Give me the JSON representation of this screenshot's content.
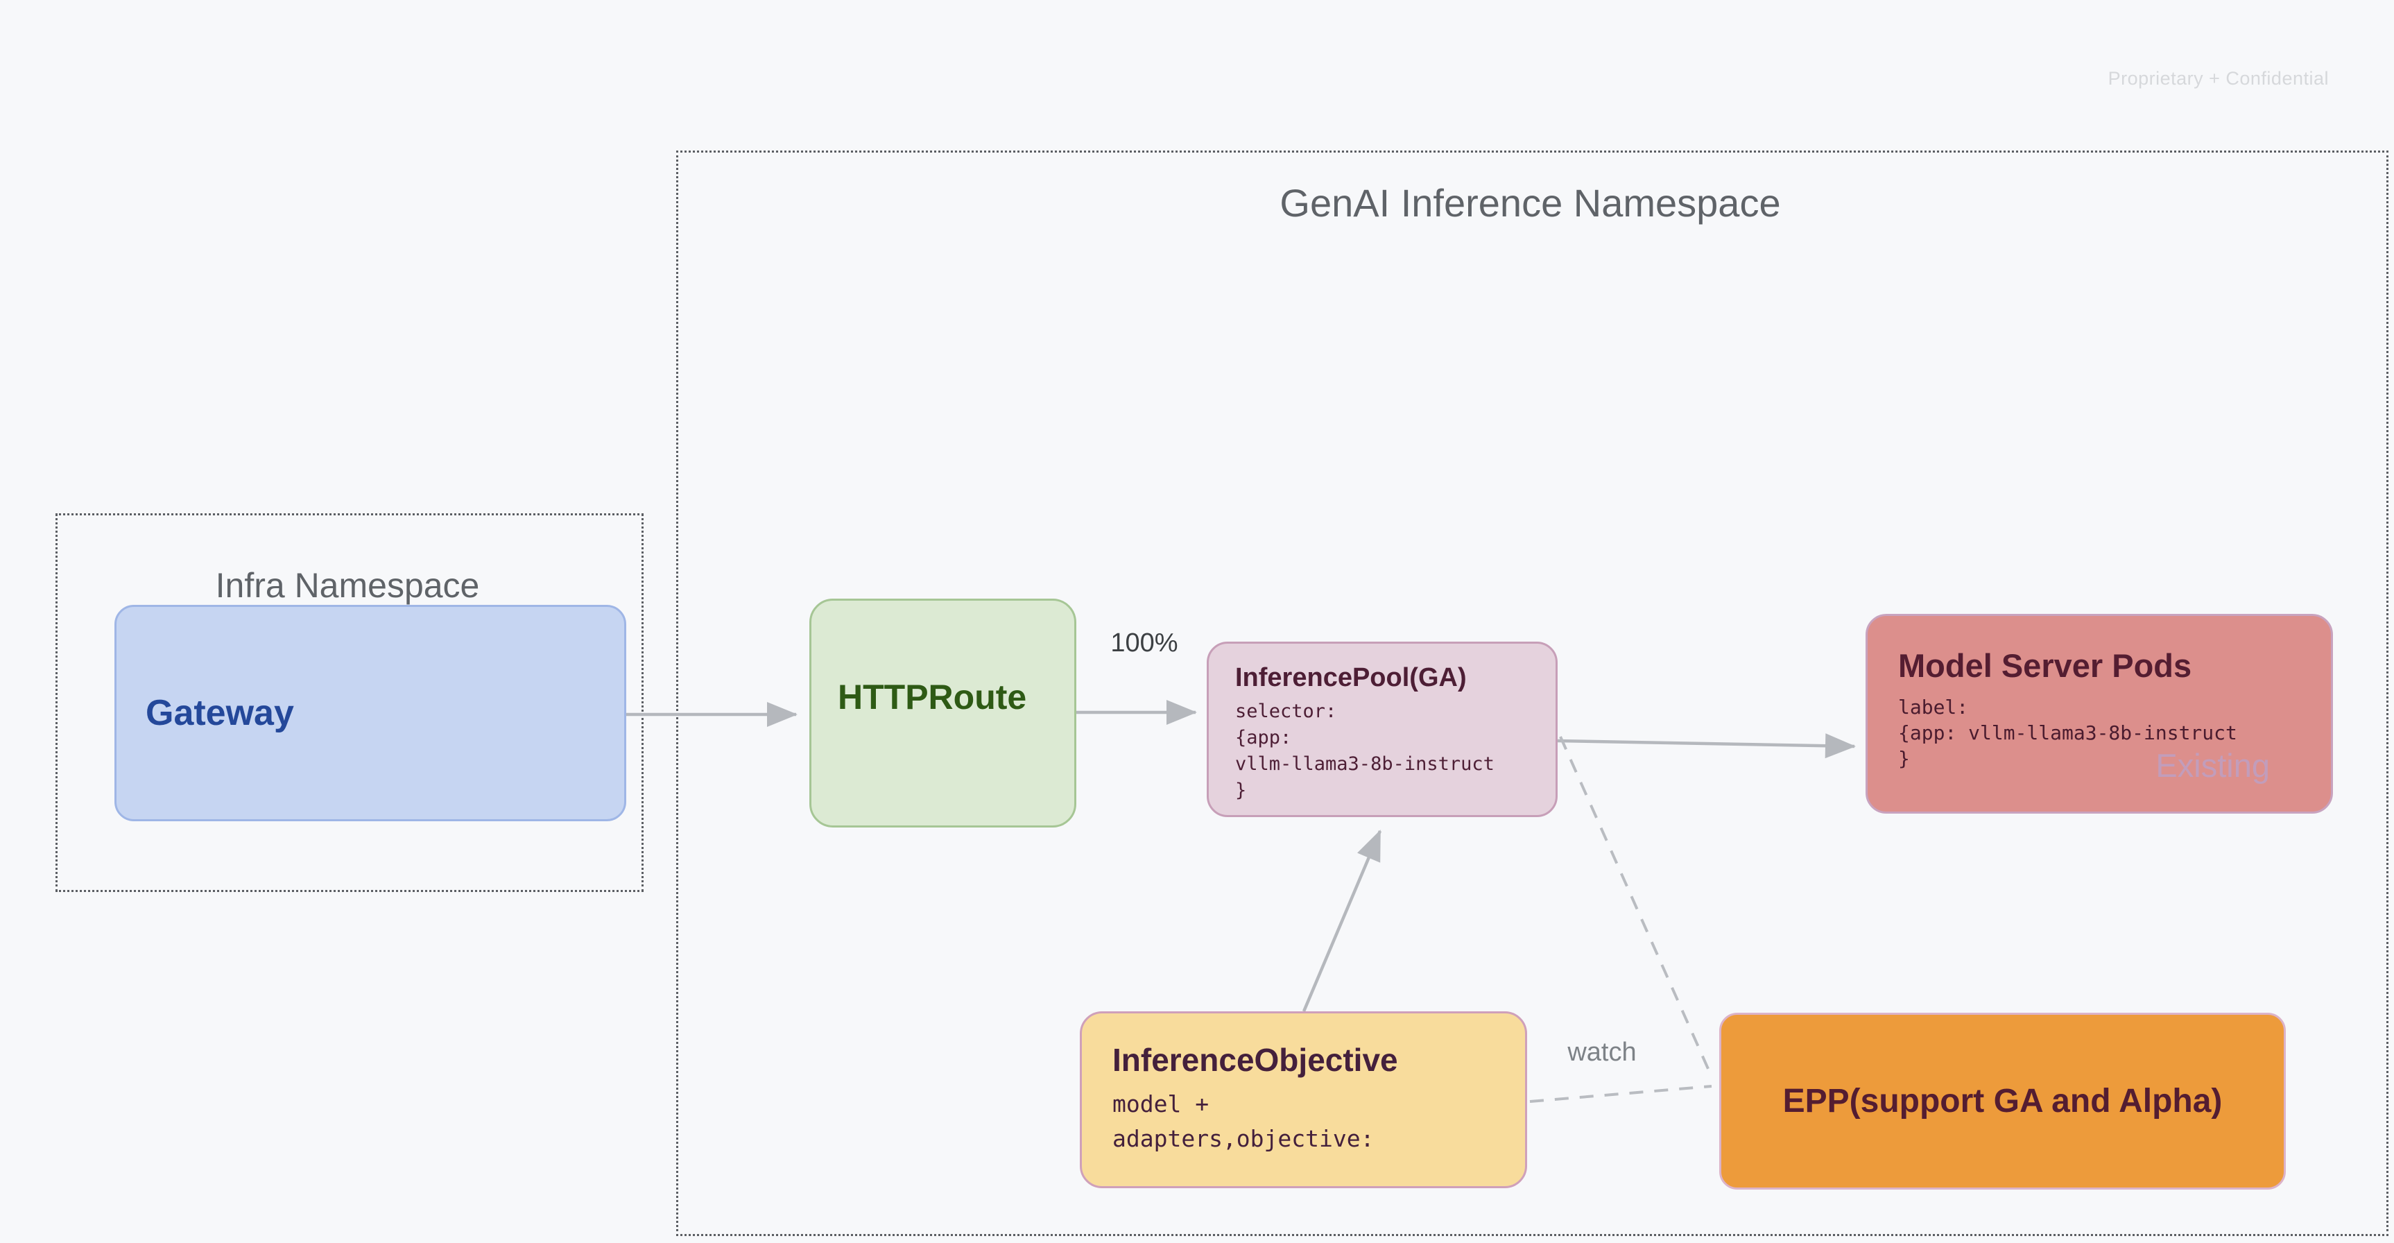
{
  "page": {
    "confidential_note": "Proprietary + Confidential"
  },
  "namespaces": {
    "genai": {
      "title": "GenAI Inference Namespace"
    },
    "infra": {
      "title": "Infra Namespace"
    }
  },
  "nodes": {
    "gateway": {
      "label": "Gateway"
    },
    "httproute": {
      "label": "HTTPRoute"
    },
    "inference_pool": {
      "title": "InferencePool(GA)",
      "body": "selector:\n{app:\nvllm-llama3-8b-instruct\n}"
    },
    "model_server_pods": {
      "title": "Model Server Pods",
      "body": "label:\n{app: vllm-llama3-8b-instruct\n}",
      "badge": "Existing"
    },
    "inference_objective": {
      "title": "InferenceObjective",
      "body": "model +\nadapters,objective:"
    },
    "epp": {
      "label": "EPP(support GA and Alpha)"
    }
  },
  "edges": {
    "traffic_weight_label": "100%",
    "watch_label": "watch"
  },
  "colors": {
    "background": "#f7f8fa",
    "gateway_fill": "#c6d5f2",
    "gateway_text": "#24489a",
    "httproute_fill": "#dcead3",
    "httproute_text": "#2e5a15",
    "inference_pool_fill": "#e5d2dd",
    "model_server_pods_fill": "#dc8f8c",
    "inference_objective_fill": "#f8dc9c",
    "epp_fill": "#ed9b3b",
    "maroon_text": "#4d1e35",
    "existing_badge_text": "#c29dbb",
    "arrow": "#b5b8bd",
    "namespace_title_text": "#5f6368"
  }
}
